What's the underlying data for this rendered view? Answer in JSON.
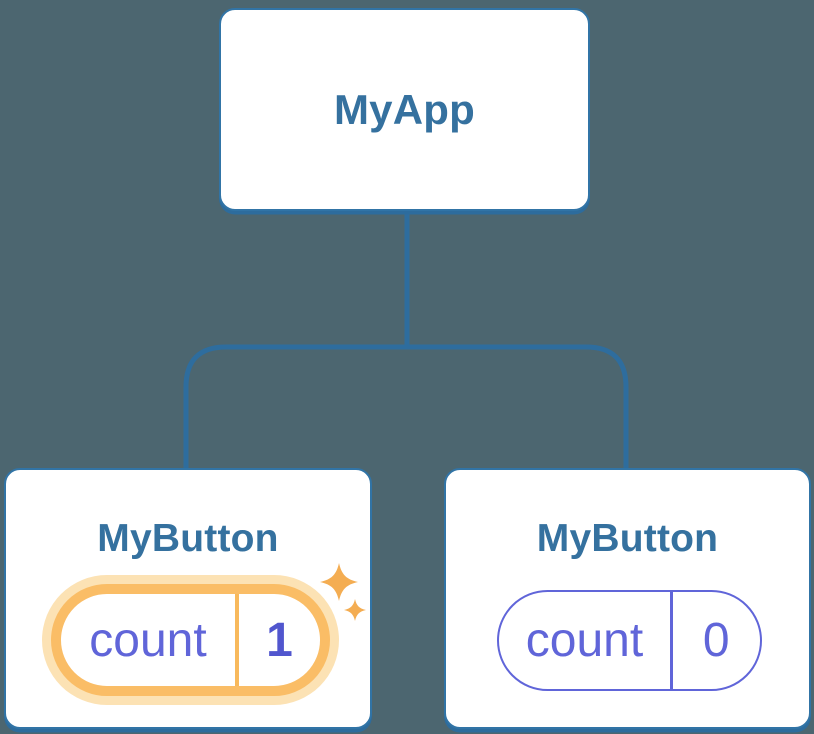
{
  "colors": {
    "background": "#4C6670",
    "connector": "#2E6D9E",
    "card_bg": "#FFFFFF",
    "card_border": "#3174A6",
    "card_shadow": "#2D6C9D",
    "node_label": "#35719F",
    "state_color": "#6065D9",
    "state_value_emph": "#5156CE",
    "highlight_ring": "#FABD66",
    "highlight_glow": "#FCE2B4",
    "highlight_divider": "#F8B95C",
    "sparkle": "#F4AD52"
  },
  "nodes": {
    "app": {
      "label": "MyApp"
    },
    "button_left": {
      "label": "MyButton",
      "state": {
        "key": "count",
        "value": "1",
        "highlighted": true
      }
    },
    "button_right": {
      "label": "MyButton",
      "state": {
        "key": "count",
        "value": "0",
        "highlighted": false
      }
    }
  }
}
